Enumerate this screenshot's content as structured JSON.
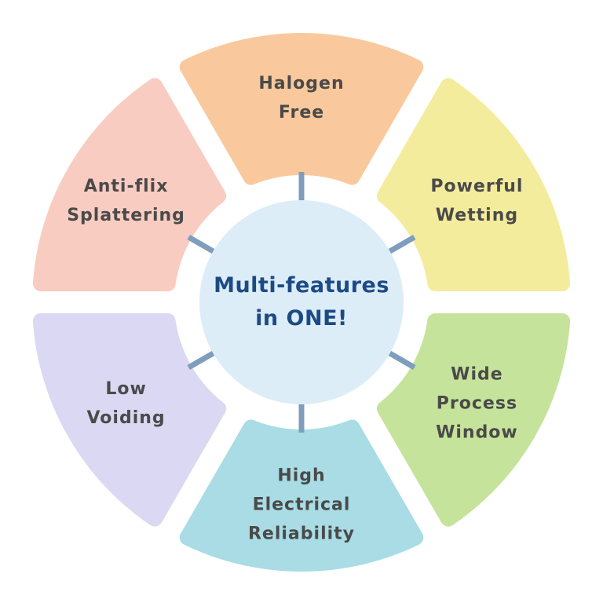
{
  "center": {
    "line1": "Multi-features",
    "line2": "in ONE!",
    "fill": "#dcedf7",
    "text_color": "#1d4a86"
  },
  "connector_color": "#7f9dbd",
  "segments": [
    {
      "line1": "Halogen",
      "line2": "Free",
      "line3": "",
      "color": "#f9c99d"
    },
    {
      "line1": "Powerful",
      "line2": "Wetting",
      "line3": "",
      "color": "#f4ec9d"
    },
    {
      "line1": "Wide",
      "line2": "Process",
      "line3": "Window",
      "color": "#c6e39b"
    },
    {
      "line1": "High",
      "line2": "Electrical",
      "line3": "Reliability",
      "color": "#a9dce5"
    },
    {
      "line1": "Low",
      "line2": "Voiding",
      "line3": "",
      "color": "#dad8f2"
    },
    {
      "line1": "Anti-flix",
      "line2": "Splattering",
      "line3": "",
      "color": "#f9ccc1"
    }
  ]
}
